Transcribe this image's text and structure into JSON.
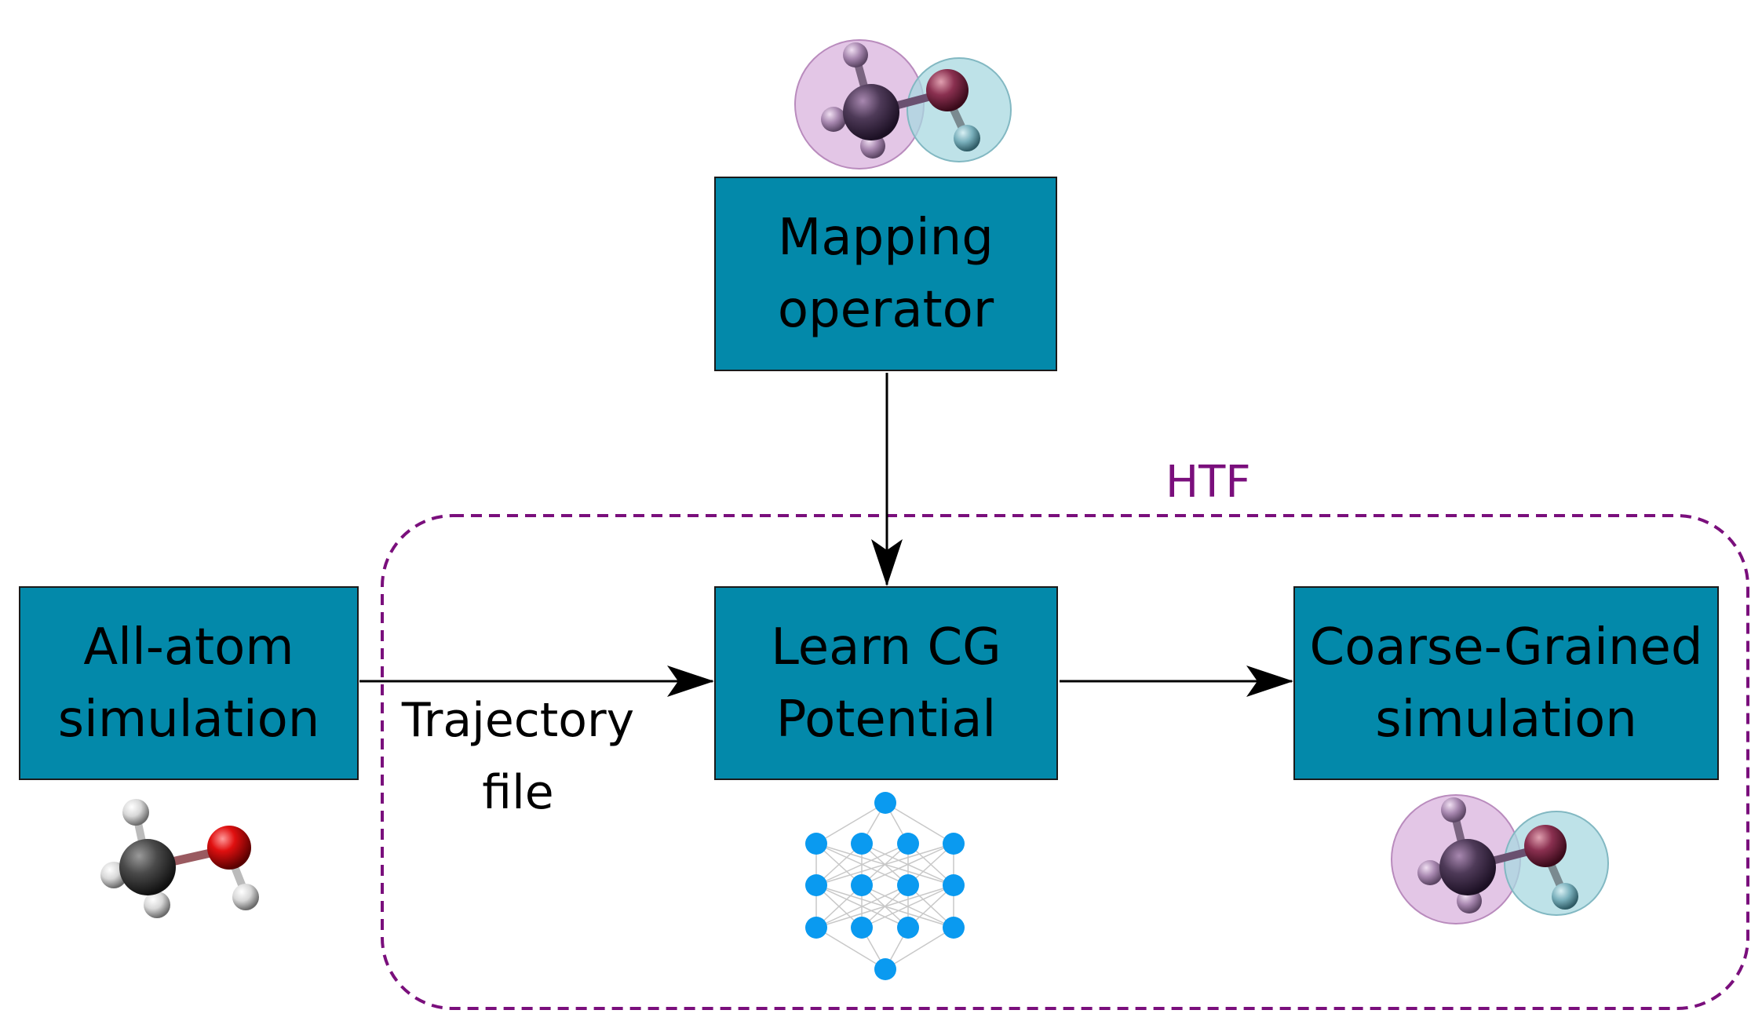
{
  "boxes": {
    "mapping_operator": {
      "line1": "Mapping",
      "line2": "operator"
    },
    "all_atom": {
      "line1": "All-atom",
      "line2": "simulation"
    },
    "learn_cg": {
      "line1": "Learn CG",
      "line2": "Potential"
    },
    "coarse_grained": {
      "line1": "Coarse-Grained",
      "line2": "simulation"
    }
  },
  "labels": {
    "htf": "HTF",
    "trajectory_line1": "Trajectory",
    "trajectory_line2": "file"
  },
  "colors": {
    "box_fill": "#0389aa",
    "htf_boundary": "#7a0f7c",
    "network_node": "#0a9af0",
    "cg_bead_methyl": "#d9b3dd",
    "cg_bead_hydroxyl": "#a8d8e0",
    "carbon": "#3a3a3a",
    "oxygen": "#e01010",
    "hydrogen": "#f0f0f0"
  },
  "icons": {
    "all_atom_molecule": "methanol-ball-and-stick-icon",
    "cg_mapping_molecule": "coarse-grained-methanol-icon",
    "neural_network": "neural-network-icon"
  }
}
